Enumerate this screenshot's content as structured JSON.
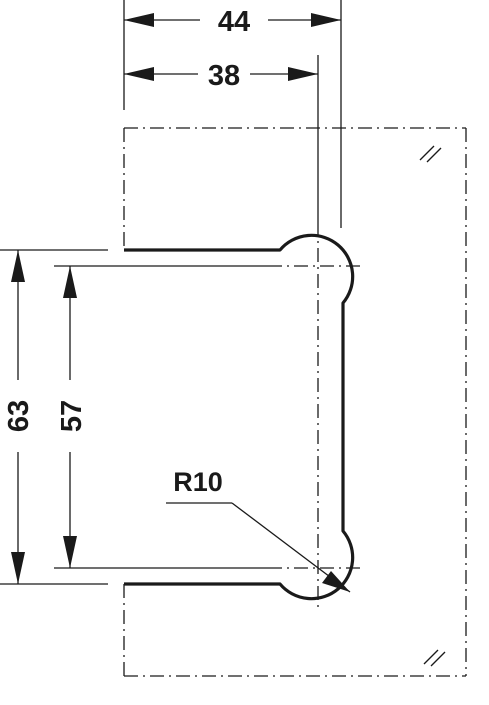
{
  "dimensions": {
    "outer_width": "44",
    "inner_width": "38",
    "outer_height": "63",
    "inner_height": "57",
    "radius": "R10"
  },
  "colors": {
    "line": "#1a1a1a",
    "background": "#ffffff"
  }
}
